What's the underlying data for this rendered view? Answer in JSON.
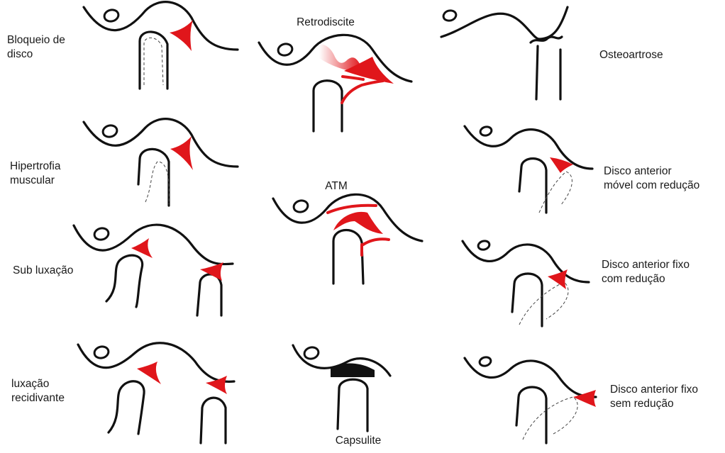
{
  "colors": {
    "lesion": "#e0161b",
    "bone": "#111111",
    "background": "#ffffff"
  },
  "panels": {
    "bloqueio_de_disco": [
      "Bloqueio de",
      "disco"
    ],
    "hipertrofia_muscular": [
      "Hipertrofia",
      "muscular"
    ],
    "sub_luxacao": [
      "Sub luxação"
    ],
    "luxacao_recidivante": [
      "luxação",
      "recidivante"
    ],
    "retrodiscite": [
      "Retrodiscite"
    ],
    "atm": [
      "ATM"
    ],
    "capsulite": [
      "Capsulite"
    ],
    "osteoartrose": [
      "Osteoartrose"
    ],
    "disco_anterior_movel": [
      "Disco anterior",
      "móvel com redução"
    ],
    "disco_anterior_fixo_com": [
      "Disco anterior fixo",
      "com redução"
    ],
    "disco_anterior_fixo_sem": [
      "Disco anterior fixo",
      "sem redução"
    ]
  }
}
